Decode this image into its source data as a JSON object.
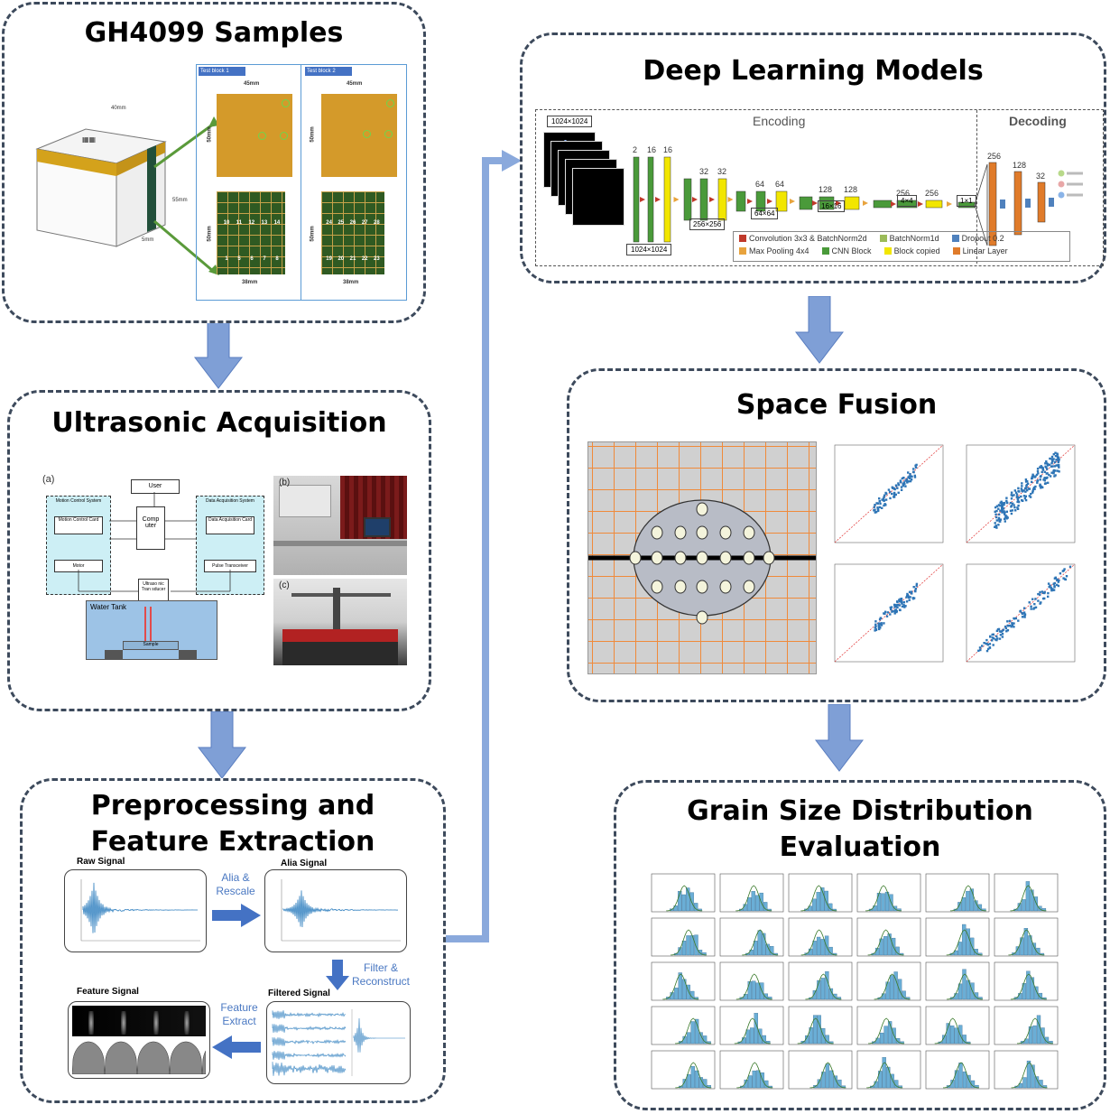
{
  "panels": {
    "samples": {
      "title": "GH4099 Samples"
    },
    "ultrasonic": {
      "title": "Ultrasonic Acquisition"
    },
    "preprocessing": {
      "title_line1": "Preprocessing and",
      "title_line2": "Feature Extraction"
    },
    "deep_learning": {
      "title": "Deep Learning Models"
    },
    "space_fusion": {
      "title": "Space Fusion"
    },
    "grain": {
      "title_line1": "Grain Size Distribution",
      "title_line2": "Evaluation"
    }
  },
  "samples": {
    "block1": "Test block 1",
    "block2": "Test block 2",
    "dim_top": "45mm",
    "dim_side": "50mm",
    "dim_bottom": "38mm",
    "cube_dims": [
      "40mm",
      "55mm",
      "5mm"
    ],
    "b1_grid_top": [
      "10",
      "11",
      "12",
      "13",
      "14"
    ],
    "b1_grid_bottom": [
      "1",
      "5",
      "6",
      "7",
      "8"
    ],
    "b2_grid_top": [
      "24",
      "25",
      "26",
      "27",
      "28"
    ],
    "b2_grid_bottom": [
      "19",
      "20",
      "21",
      "22",
      "23"
    ]
  },
  "ultrasonic": {
    "label_a": "(a)",
    "label_b": "(b)",
    "label_c": "(c)",
    "user": "User",
    "computer": "Comp uter",
    "motion_system": "Motion Control System",
    "motion_card": "Motion Control Card",
    "motor": "Motor",
    "daq_system": "Data Acquisition System",
    "daq_card": "Data Acquisition Card",
    "pulse": "Pulse Transceiver",
    "transducer": "Ultraso nic Tran sducer",
    "water_tank": "Water Tank",
    "sample": "Sample"
  },
  "preprocessing": {
    "raw": "Raw Signal",
    "alia": "Alia Signal",
    "filtered": "Filtered Signal",
    "feature": "Feature Signal",
    "step1": "Alia & Rescale",
    "step2": "Filter & Reconstruct",
    "step3": "Feature Extract"
  },
  "deep_learning": {
    "encoding": "Encoding",
    "decoding": "Decoding",
    "input_size": "1024×1024",
    "input_size2": "1024×1024",
    "channels": [
      "2",
      "16",
      "16",
      "32",
      "32",
      "64",
      "64",
      "128",
      "128",
      "256",
      "256"
    ],
    "dec_channels": [
      "256",
      "128",
      "32"
    ],
    "size_256": "256×256",
    "size_64": "64×64",
    "size_16": "16×16",
    "size_4": "4×4",
    "size_1": "1×1",
    "legend": [
      {
        "label": "Convolution 3x3 & BatchNorm2d",
        "color": "#c0392b"
      },
      {
        "label": "BatchNorm1d",
        "color": "#9bbb59"
      },
      {
        "label": "Dropout 0.2",
        "color": "#4f81bd"
      },
      {
        "label": "Max Pooling 4x4",
        "color": "#e8a33d"
      },
      {
        "label": "CNN Block",
        "color": "#4a9a3a"
      },
      {
        "label": "Block copied",
        "color": "#f2e600"
      },
      {
        "label": "Linear Layer",
        "color": "#e07b2a"
      }
    ]
  },
  "grain": {
    "rows": 5,
    "cols": 6
  },
  "colors": {
    "arrow": "#7f9fd6",
    "arrow_dark": "#4472c4",
    "panel_border": "#3d4a5c",
    "grain_bar": "#6aaed6",
    "orange_plate": "#d49a2a",
    "green_plate": "#2f5a22"
  }
}
